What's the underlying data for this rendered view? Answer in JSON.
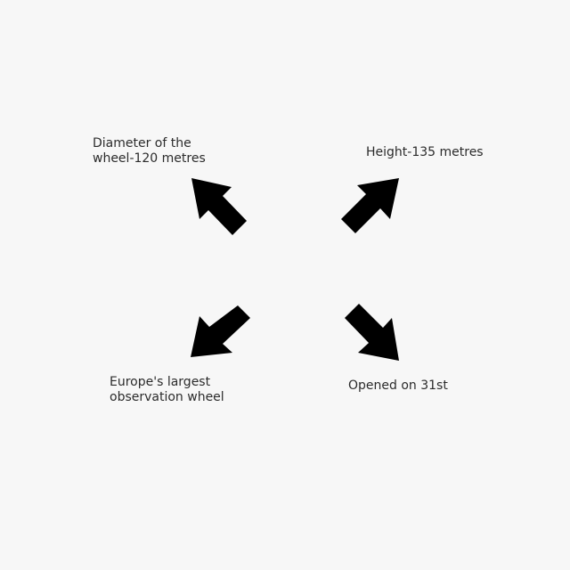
{
  "diagram": {
    "labels": {
      "top_left": [
        "Diameter of the",
        "wheel-120 metres"
      ],
      "top_right": [
        "Height-135 metres"
      ],
      "bottom_left": [
        "Europe's largest",
        "observation wheel"
      ],
      "bottom_right": [
        "Opened on 31st"
      ]
    },
    "arrow_color": "#000000",
    "text_color": "#2b2b2b",
    "background": "#f7f7f7",
    "arrows": [
      {
        "direction": "up-left"
      },
      {
        "direction": "up-right"
      },
      {
        "direction": "down-left"
      },
      {
        "direction": "down-right"
      }
    ]
  }
}
